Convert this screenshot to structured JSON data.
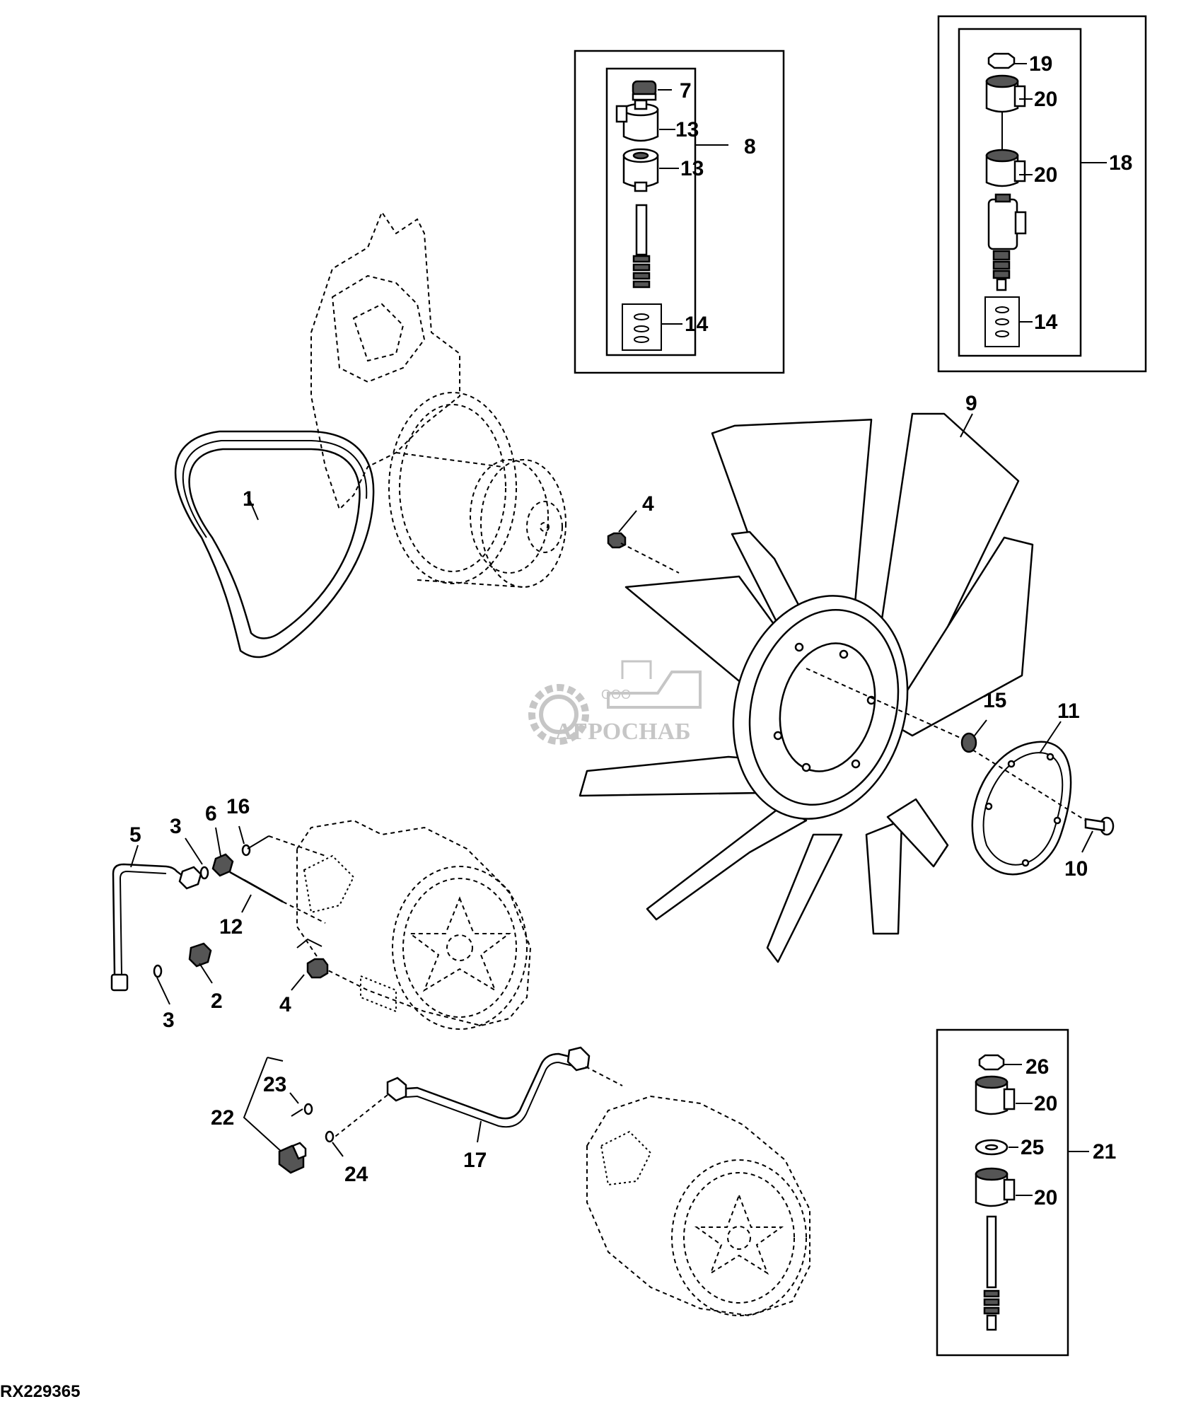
{
  "figure_id": "RX229365",
  "watermark": {
    "company": "ООО",
    "name": "АГРОСНАБ"
  },
  "callouts": {
    "c1": "1",
    "c2": "2",
    "c3a": "3",
    "c3b": "3",
    "c4a": "4",
    "c4b": "4",
    "c5": "5",
    "c6": "6",
    "c7": "7",
    "c8": "8",
    "c9": "9",
    "c10": "10",
    "c11": "11",
    "c12": "12",
    "c13a": "13",
    "c13b": "13",
    "c14a": "14",
    "c14b": "14",
    "c15": "15",
    "c16": "16",
    "c17": "17",
    "c18": "18",
    "c19": "19",
    "c20a": "20",
    "c20b": "20",
    "c20c": "20",
    "c20d": "20",
    "c21": "21",
    "c22": "22",
    "c23": "23",
    "c24": "24",
    "c25": "25",
    "c26": "26"
  },
  "colors": {
    "ink": "#000000",
    "watermark": "#bdbdbd",
    "paper": "#ffffff"
  },
  "icons": {
    "watermark": "gear-harvester-logo-icon"
  }
}
